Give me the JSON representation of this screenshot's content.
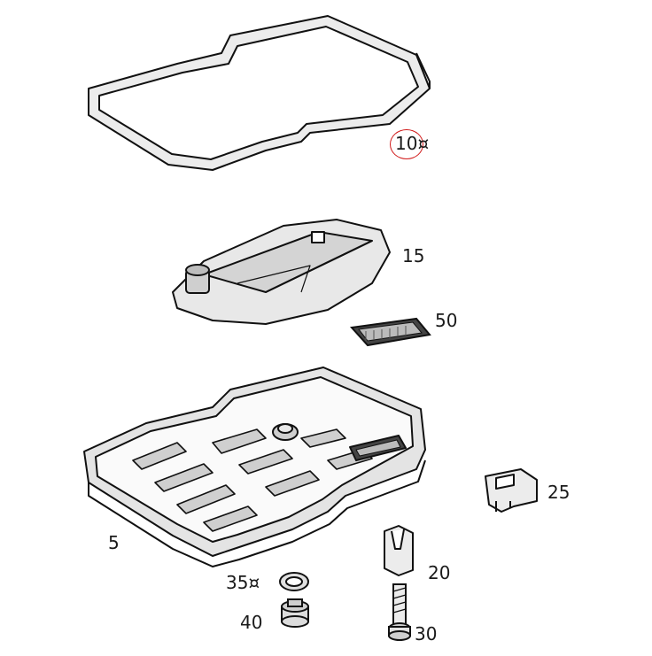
{
  "diagram": {
    "highlight_color": "#d11a1a",
    "line_color": "#111111",
    "fill_color": "#e8e8e8",
    "parts": [
      {
        "number": "10",
        "mark": "¤",
        "name": "gasket-ring",
        "highlighted": true
      },
      {
        "number": "15",
        "mark": "",
        "name": "oil-filter"
      },
      {
        "number": "50",
        "mark": "",
        "name": "magnet-screen"
      },
      {
        "number": "5",
        "mark": "",
        "name": "oil-pan"
      },
      {
        "number": "25",
        "mark": "",
        "name": "clip"
      },
      {
        "number": "20",
        "mark": "",
        "name": "clip-sleeve"
      },
      {
        "number": "35",
        "mark": "¤",
        "name": "seal-ring"
      },
      {
        "number": "40",
        "mark": "",
        "name": "drain-plug"
      },
      {
        "number": "30",
        "mark": "",
        "name": "bolt"
      }
    ]
  }
}
